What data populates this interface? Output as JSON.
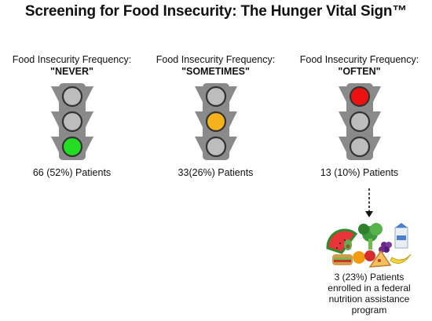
{
  "title": "Screening for Food Insecurity: The Hunger Vital Sign™",
  "columns": [
    {
      "label": "Food Insecurity Frequency:",
      "value": "\"NEVER\"",
      "count": "66 (52%) Patients",
      "lit": 2,
      "lit_color": "#22dd22"
    },
    {
      "label": "Food Insecurity Frequency:",
      "value": "\"SOMETIMES\"",
      "count": "33(26%) Patients",
      "lit": 1,
      "lit_color": "#f5b21a"
    },
    {
      "label": "Food Insecurity Frequency:",
      "value": "\"OFTEN\"",
      "count": "13 (10%) Patients",
      "lit": 0,
      "lit_color": "#ee1111"
    }
  ],
  "assistance": {
    "line1": "3 (23%) Patients",
    "line2": "enrolled in a federal",
    "line3": "nutrition assistance",
    "line4": "program"
  },
  "colors": {
    "light_body": "#8a8a8a",
    "light_off": "#bdbdbd",
    "light_rim": "#333333"
  },
  "icons": {
    "traffic_light": "traffic-light-icon",
    "arrow": "dashed-arrow-down-icon",
    "food": "food-group-icon"
  }
}
